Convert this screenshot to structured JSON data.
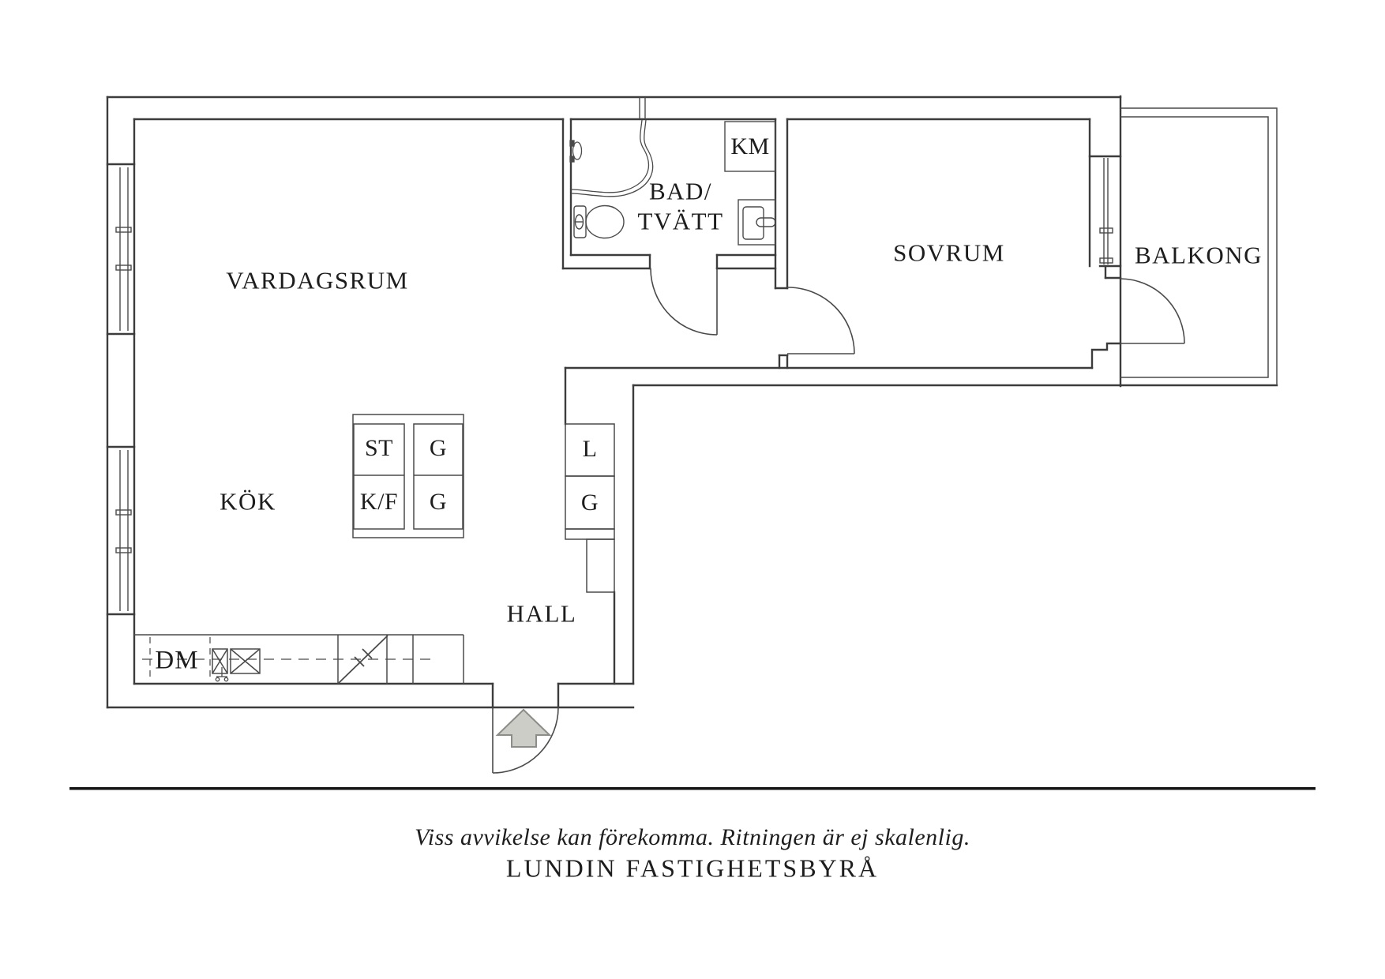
{
  "page": {
    "rooms": {
      "living": "VARDAGSRUM",
      "kitchen": "KÖK",
      "bath_top": "BAD/",
      "bath_bottom": "TVÄTT",
      "bedroom": "SOVRUM",
      "balcony": "BALKONG",
      "hall": "HALL"
    },
    "units": {
      "km": "KM",
      "st": "ST",
      "kf": "K/F",
      "g1": "G",
      "g2": "G",
      "l": "L",
      "g3": "G",
      "dm": "DM"
    },
    "footer": {
      "disclaimer": "Viss avvikelse kan förekomma. Ritningen är ej skalenlig.",
      "brand": "LUNDIN FASTIGHETSBYRÅ"
    },
    "colors": {
      "wall": "#3c3c3c",
      "thin": "#4a4a4a",
      "text": "#1d1d1d",
      "arrow_fill": "#cdcdc7",
      "arrow_stroke": "#8c8c88",
      "rule": "#141414",
      "background": "#ffffff"
    }
  }
}
